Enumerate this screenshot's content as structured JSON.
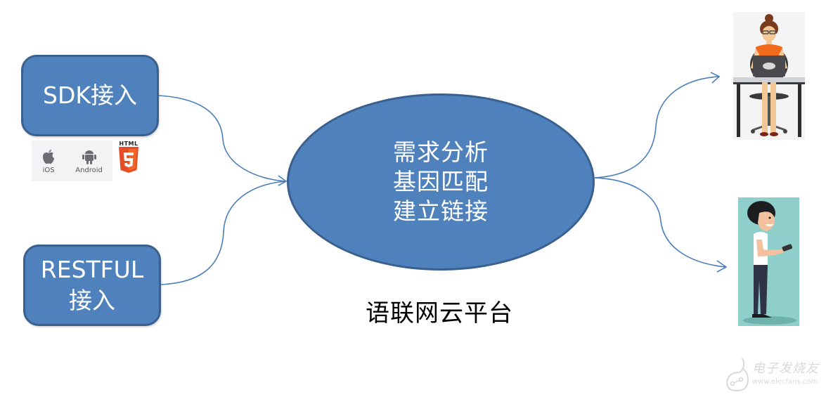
{
  "diagram": {
    "inputs": [
      {
        "id": "sdk",
        "lines": [
          "SDK接入"
        ]
      },
      {
        "id": "restful",
        "lines": [
          "RESTFUL",
          "接入"
        ]
      }
    ],
    "sdk_platforms": [
      {
        "name": "iOS",
        "label": "iOS",
        "icon": "apple-icon"
      },
      {
        "name": "Android",
        "label": "Android",
        "icon": "android-icon"
      },
      {
        "name": "HTML5",
        "label": "HTML",
        "icon": "html5-icon",
        "badge": "5"
      }
    ],
    "hub": {
      "lines": [
        "需求分析",
        "基因匹配",
        "建立链接"
      ],
      "label": "语联网云平台"
    },
    "outputs": [
      {
        "id": "translator",
        "description": "person working at laptop on desk"
      },
      {
        "id": "mobile-user",
        "description": "person using smartphone"
      }
    ],
    "edges": [
      {
        "from": "sdk",
        "to": "hub"
      },
      {
        "from": "restful",
        "to": "hub"
      },
      {
        "from": "hub",
        "to": "translator"
      },
      {
        "from": "hub",
        "to": "mobile-user"
      }
    ],
    "colors": {
      "node_fill": "#4f81bd",
      "node_border": "#3a6090",
      "edge": "#4a7ebb",
      "text_on_node": "#ffffff",
      "html5_orange": "#e44d26"
    }
  },
  "watermark": {
    "title": "电子发烧友",
    "url": "www.elecfans.com"
  }
}
